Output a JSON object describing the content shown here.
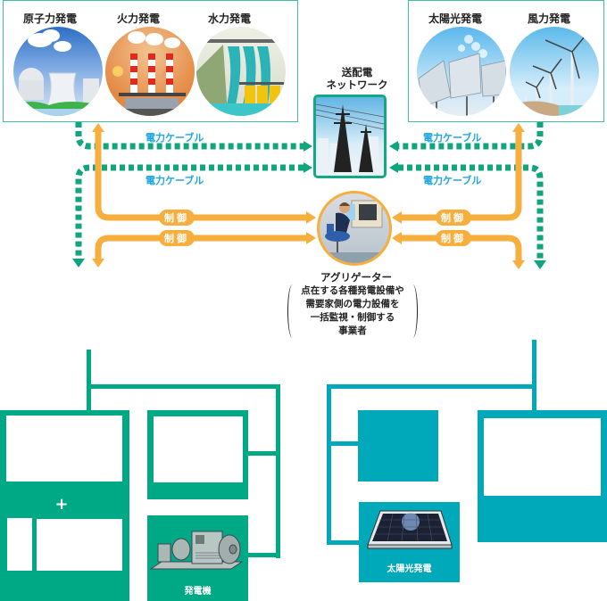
{
  "colors": {
    "green": "#00a985",
    "teal": "#00a9b9",
    "orange": "#f6ae3c",
    "cable_text": "#1ea6e0",
    "panel_border": "#3cc0a0"
  },
  "top_left_panel": {
    "sources": [
      {
        "label": "原子力発電",
        "icon": "nuclear-plant-icon"
      },
      {
        "label": "火力発電",
        "icon": "thermal-plant-icon"
      },
      {
        "label": "水力発電",
        "icon": "hydro-dam-icon"
      }
    ]
  },
  "top_right_panel": {
    "sources": [
      {
        "label": "太陽光発電",
        "icon": "solar-panels-icon"
      },
      {
        "label": "風力発電",
        "icon": "wind-turbines-icon"
      }
    ]
  },
  "grid": {
    "title_line1": "送配電",
    "title_line2": "ネットワーク",
    "icon": "transmission-tower-icon"
  },
  "cables": {
    "left_upper": "電力ケーブル",
    "left_lower": "電力ケーブル",
    "right_upper": "電力ケーブル",
    "right_lower": "電力ケーブル"
  },
  "controls": {
    "left_upper": "制御",
    "left_lower": "制御",
    "right_upper": "制御",
    "right_lower": "制御"
  },
  "aggregator": {
    "title": "アグリゲーター",
    "desc_lines": [
      "点在する各種発電設備や",
      "需要家側の電力設備を",
      "一括監視・制御する",
      "事業者"
    ],
    "icon": "operator-at-console-icon"
  },
  "bottom_left": {
    "plus": "+",
    "generator_label": "発電機"
  },
  "bottom_right": {
    "solar_label": "太陽光発電"
  }
}
